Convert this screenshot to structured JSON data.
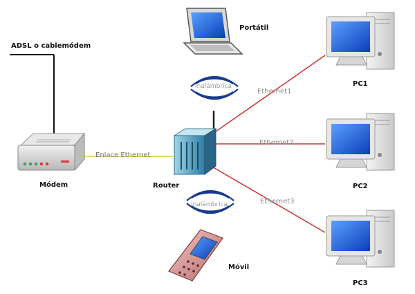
{
  "labels": {
    "adsl": "ADSL o cablemódem",
    "modem": "Módem",
    "router": "Router",
    "portatil": "Portátil",
    "movil": "Móvil",
    "pc1": "PC1",
    "pc2": "PC2",
    "pc3": "PC3"
  },
  "links": {
    "enlace": "Enlace Ethernet",
    "eth1": "Ethernet1",
    "eth2": "Ethernet2",
    "eth3": "Ethernet3",
    "wifi_top": "Inalámbrica",
    "wifi_bottom": "Inalámbrica"
  },
  "colors": {
    "ethernet_line": "#cc3333",
    "modem_link": "#e8d86a",
    "wifi_waves": "#1a3a8f",
    "screen_blue": "#2a6fe0"
  }
}
